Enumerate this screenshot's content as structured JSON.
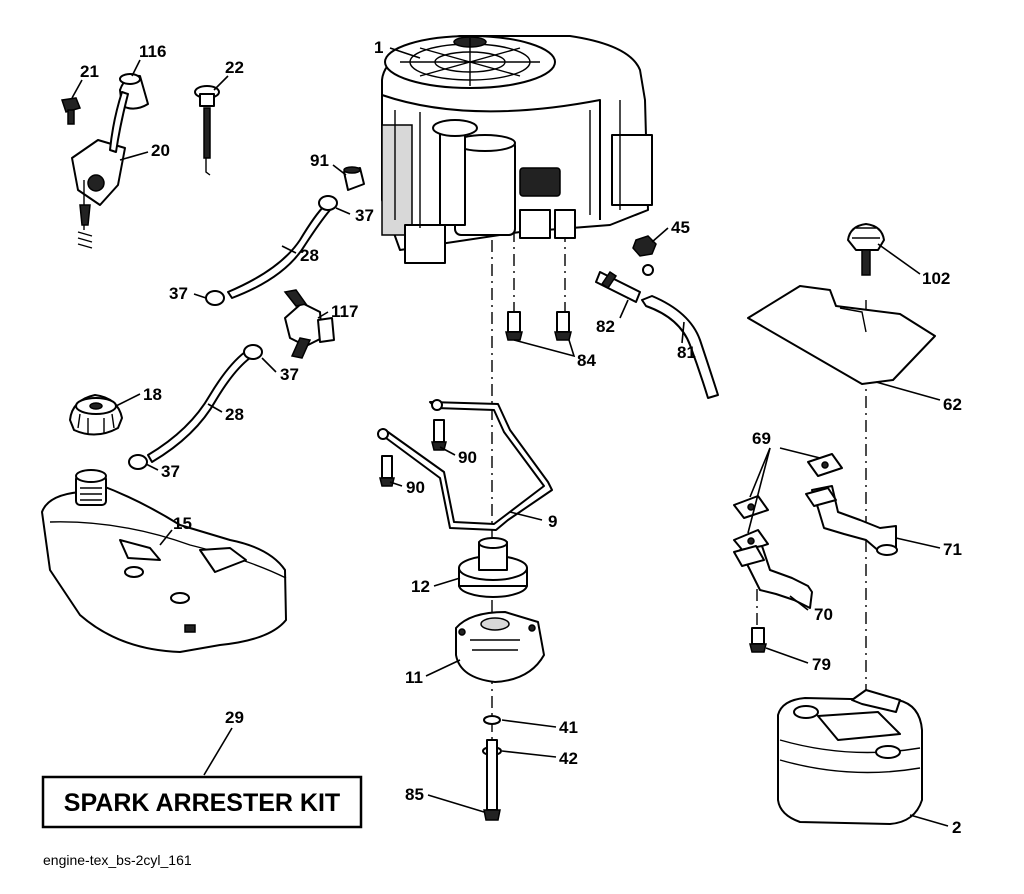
{
  "diagram": {
    "callouts": {
      "p1": "1",
      "p2": "2",
      "p9": "9",
      "p11": "11",
      "p12": "12",
      "p15": "15",
      "p18": "18",
      "p20": "20",
      "p21": "21",
      "p22": "22",
      "p28a": "28",
      "p28b": "28",
      "p29": "29",
      "p37a": "37",
      "p37b": "37",
      "p37c": "37",
      "p37d": "37",
      "p41": "41",
      "p42": "42",
      "p45": "45",
      "p62": "62",
      "p69": "69",
      "p70": "70",
      "p71": "71",
      "p79": "79",
      "p81": "81",
      "p82": "82",
      "p84": "84",
      "p85": "85",
      "p90a": "90",
      "p90b": "90",
      "p91": "91",
      "p102": "102",
      "p116": "116",
      "p117": "117"
    },
    "kit_label": "SPARK ARRESTER KIT",
    "diagram_id": "engine-tex_bs-2cyl_161"
  }
}
